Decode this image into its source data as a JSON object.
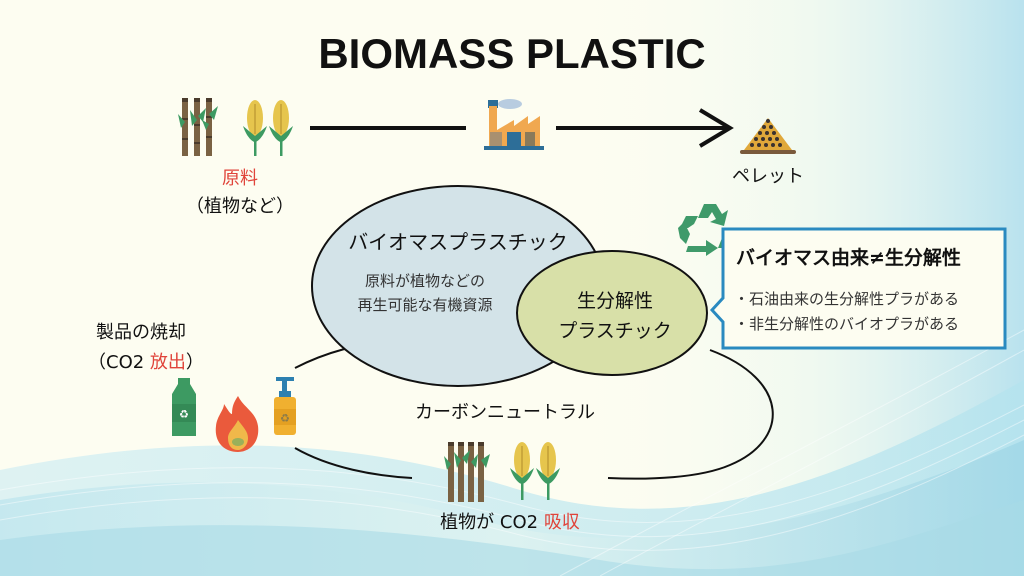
{
  "title": "BIOMASS PLASTIC",
  "flow": {
    "raw_material_label": "原料",
    "raw_material_sub": "（植物など）",
    "pellet_label": "ペレット",
    "icons": [
      "sugarcane-icon",
      "corn-icon",
      "factory-icon",
      "arrow-right-icon",
      "pellet-pile-icon"
    ]
  },
  "venn": {
    "biomass": {
      "title": "バイオマスプラスチック",
      "desc_line1": "原料が植物などの",
      "desc_line2": "再生可能な有機資源"
    },
    "biodegradable": {
      "line1": "生分解性",
      "line2": "プラスチック"
    }
  },
  "callout": {
    "title": "バイオマス由来≠生分解性",
    "items": [
      "・石油由来の生分解性プラがある",
      "・非生分解性のバイオプラがある"
    ]
  },
  "cycle": {
    "label": "カーボンニュートラル",
    "incineration_line1": "製品の焼却",
    "incineration_line2_prefix": "（CO2 ",
    "incineration_line2_red": "放出",
    "incineration_line2_suffix": "）",
    "absorb_prefix": "植物が CO2 ",
    "absorb_red": "吸収"
  },
  "colors": {
    "background": "#fdfdf1",
    "accent_red": "#e0443a",
    "biomass_fill": "#d3e3e8",
    "biodegradable_fill": "#d8e0a8",
    "callout_border": "#2a8ac0",
    "recycle_green": "#3f9a6a"
  }
}
